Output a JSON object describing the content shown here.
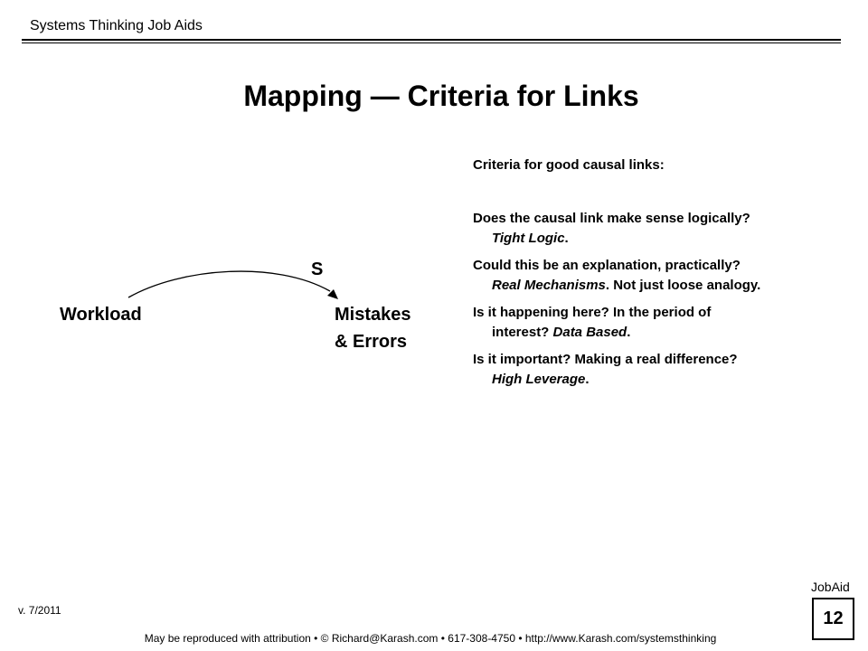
{
  "header": {
    "title": "Systems Thinking Job Aids"
  },
  "page_title": "Mapping — Criteria for Links",
  "diagram": {
    "from_node": "Workload",
    "to_node_line1": "Mistakes",
    "to_node_line2": "& Errors",
    "polarity": "S"
  },
  "criteria": {
    "heading": "Criteria for good causal links:",
    "items": [
      {
        "question": "Does the causal link make sense logically?",
        "detail_pre": "",
        "detail_em": "Tight Logic",
        "detail_post": "."
      },
      {
        "question": "Could this be an explanation, practically?",
        "detail_pre": "",
        "detail_em": "Real Mechanisms",
        "detail_post": ". Not just loose analogy."
      },
      {
        "question": "Is it happening here? In the period of",
        "detail_pre": "interest? ",
        "detail_em": "Data Based",
        "detail_post": "."
      },
      {
        "question": "Is it important? Making a real difference?",
        "detail_pre": "",
        "detail_em": "High Leverage",
        "detail_post": "."
      }
    ]
  },
  "footer": {
    "version": "v. 7/2011",
    "jobaid_label": "JobAid",
    "page_number": "12",
    "attribution": "May be reproduced with attribution • © Richard@Karash.com • 617-308-4750 • http://www.Karash.com/systemsthinking"
  }
}
